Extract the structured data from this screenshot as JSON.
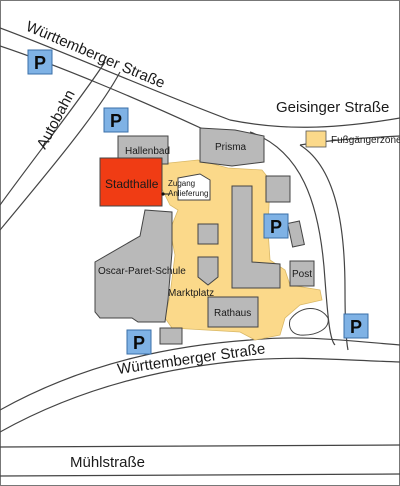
{
  "colors": {
    "building": "#b9b9b9",
    "pedestrian_zone": "#fbd98a",
    "stadthalle": "#f03c14",
    "road_outline": "#444444",
    "parking_sign": "#7fb2e5"
  },
  "roads": {
    "wuerttemberger_top": "Württemberger Straße",
    "geisinger": "Geisinger Straße",
    "autobahn": "Autobahn",
    "wuerttemberger_bottom": "Württemberger Straße",
    "muehl": "Mühlstraße"
  },
  "buildings": {
    "hallenbad": "Hallenbad",
    "prisma": "Prisma",
    "stadthalle": "Stadthalle",
    "oscar_paret_schule": "Oscar-Paret-Schule",
    "marktplatz": "Marktplatz",
    "rathaus": "Rathaus",
    "post": "Post"
  },
  "annotations": {
    "zugang_line1": "Zugang",
    "zugang_line2": "Anlieferung"
  },
  "legend": {
    "label": "Fußgängerzone"
  },
  "parking": {
    "symbol": "P"
  }
}
